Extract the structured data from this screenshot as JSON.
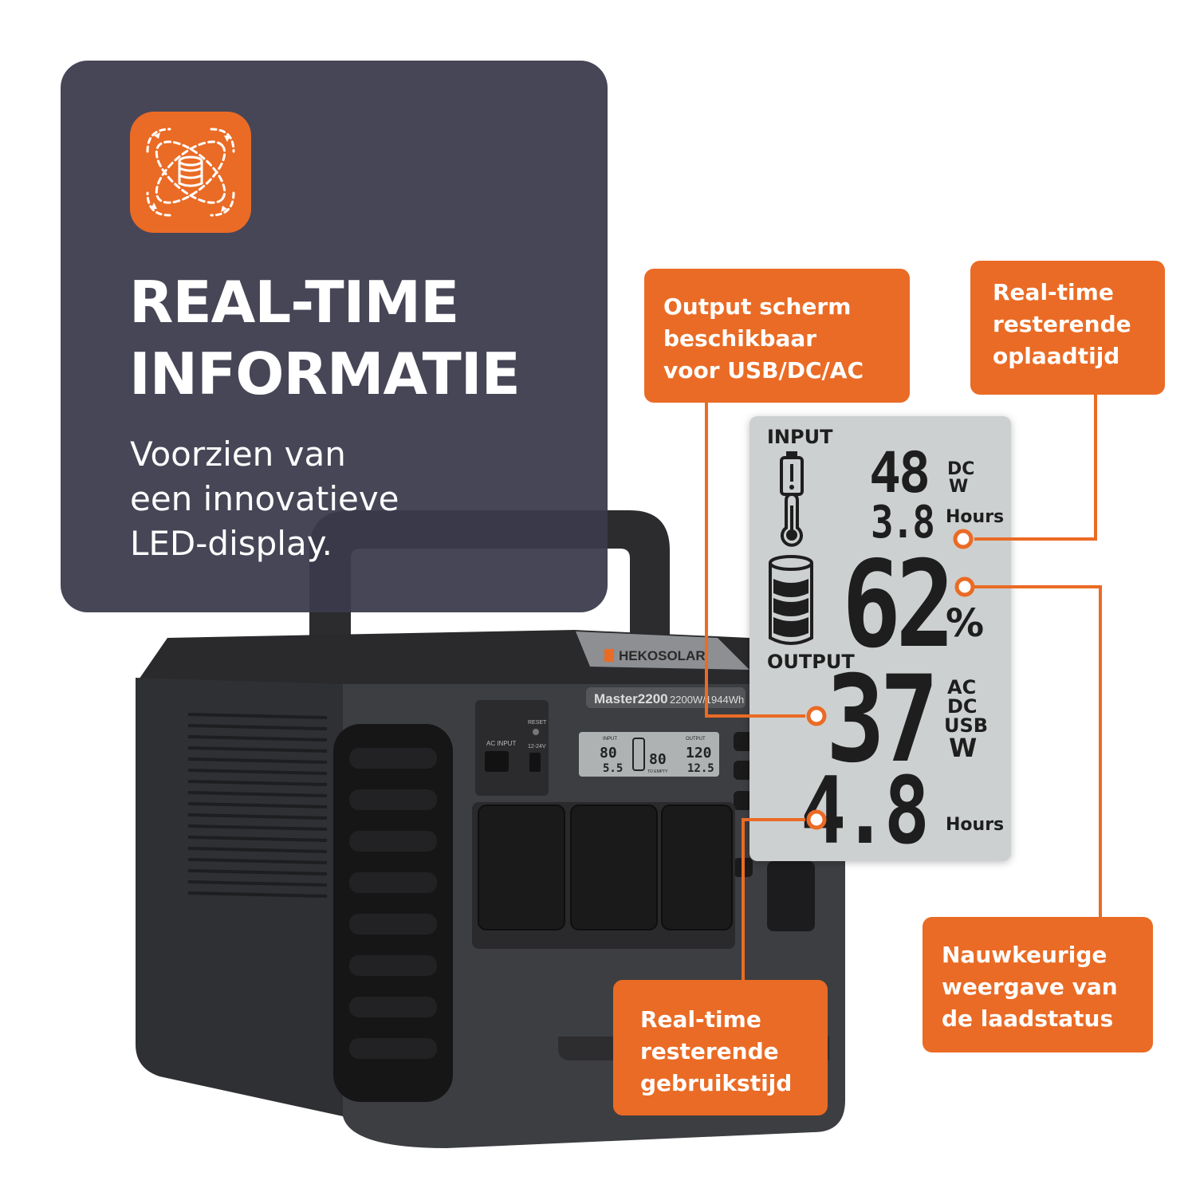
{
  "panel": {
    "icon": "battery-data-sync-icon",
    "title_lines": [
      "REAL-TIME",
      "INFORMATIE"
    ],
    "subtitle_lines": [
      "Voorzien van",
      "een innovatieve",
      "LED-display."
    ]
  },
  "device": {
    "brand": "HEKOSOLAR",
    "model": "Master2200",
    "spec": "2200W/1944Wh",
    "ac_input_label": "AC INPUT",
    "reset_label": "RESET",
    "dc_label": "12-24V",
    "mini_display": {
      "input_label": "INPUT",
      "input_watts": "80",
      "input_hours": "5.5",
      "battery_percent": "80",
      "output_label": "OUTPUT",
      "output_watts": "120",
      "output_hours": "12.5",
      "empty_label": "TO EMPTY"
    }
  },
  "lcd": {
    "input_label": "INPUT",
    "input_value": "48",
    "input_unit_top": "DC",
    "input_unit_bottom": "W",
    "input_hours_value": "3.8",
    "input_hours_unit": "Hours",
    "battery_percent": "62",
    "percent_sign": "%",
    "battery_level": 0.62,
    "output_label": "OUTPUT",
    "output_value": "37",
    "output_units": [
      "AC",
      "DC",
      "USB",
      "W"
    ],
    "output_hours_value": "4.8",
    "output_hours_unit": "Hours"
  },
  "callouts": {
    "output_screen": [
      "Output scherm",
      "beschikbaar",
      "voor USB/DC/AC"
    ],
    "charge_time": [
      "Real-time",
      "resterende",
      "oplaadtijd"
    ],
    "charge_status": [
      "Nauwkeurige",
      "weergave van",
      "de laadstatus"
    ],
    "usage_time": [
      "Real-time",
      "resterende",
      "gebruikstijd"
    ]
  },
  "colors": {
    "accent": "#ea6b25",
    "panel": "#3a3a4c",
    "lcd_background": "#cdd0d0",
    "device_body": "#3d3e41"
  }
}
